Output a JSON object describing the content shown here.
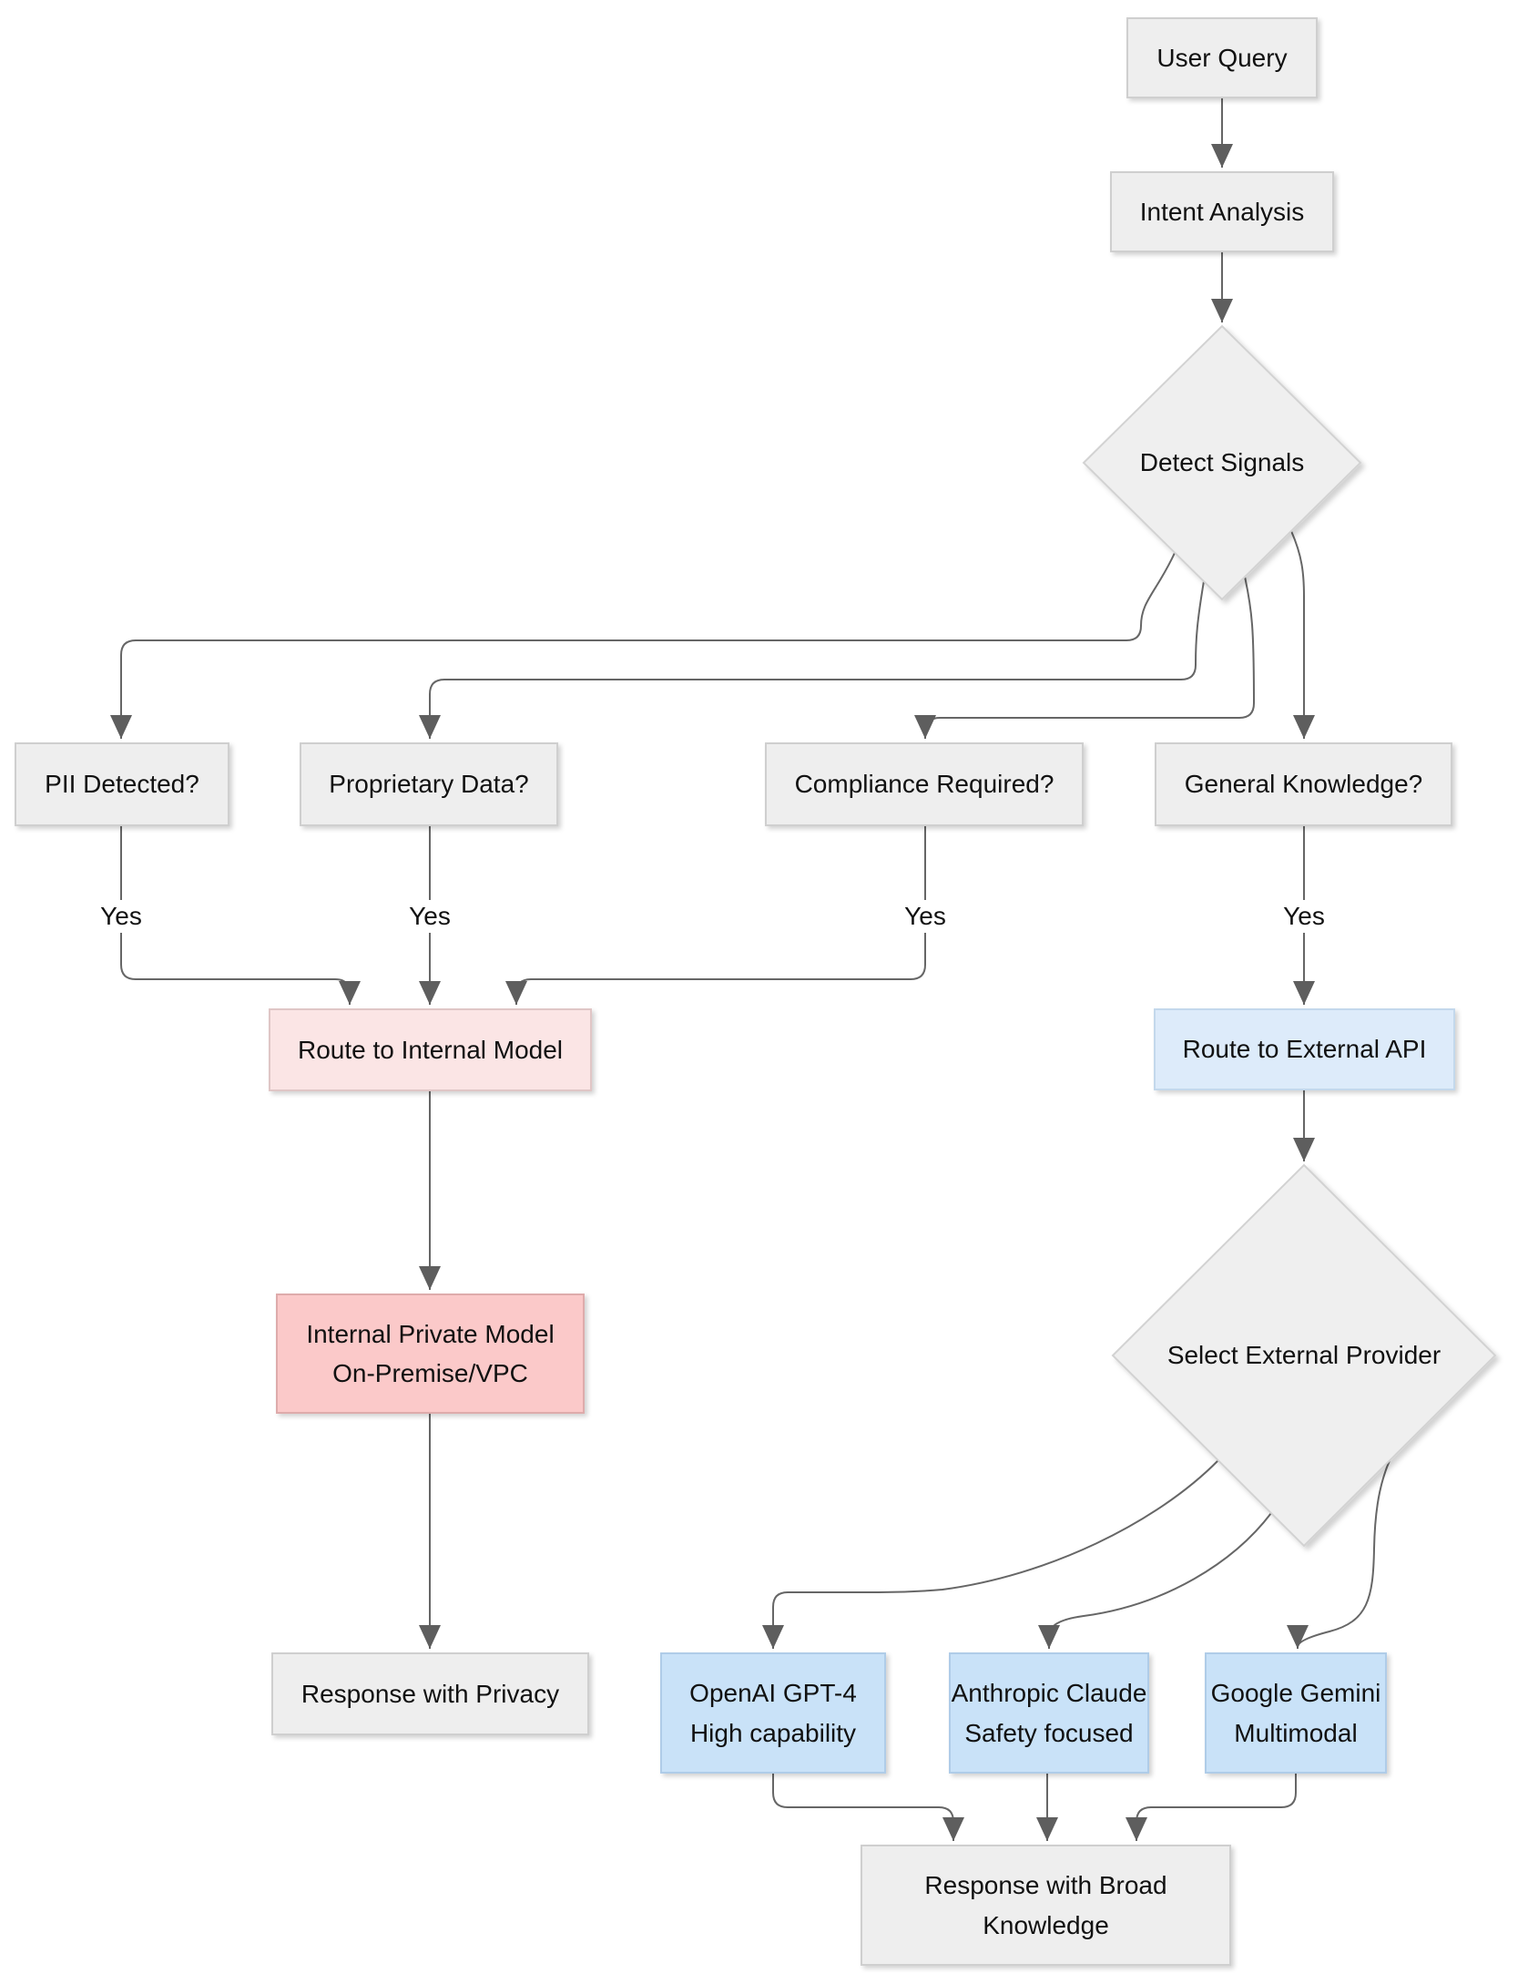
{
  "flowchart": {
    "nodes": {
      "user_query": "User Query",
      "intent_analysis": "Intent Analysis",
      "detect_signals": "Detect Signals",
      "pii_detected": "PII Detected?",
      "proprietary_data": "Proprietary Data?",
      "compliance_required": "Compliance Required?",
      "general_knowledge": "General Knowledge?",
      "route_internal": "Route to Internal Model",
      "route_external": "Route to External API",
      "internal_private_model": "Internal Private Model\nOn-Premise/VPC",
      "select_provider": "Select External Provider",
      "openai": "OpenAI GPT-4\nHigh capability",
      "anthropic": "Anthropic Claude\nSafety focused",
      "gemini": "Google Gemini\nMultimodal",
      "response_privacy": "Response with Privacy",
      "response_broad": "Response with Broad\nKnowledge"
    },
    "edge_labels": {
      "pii_yes": "Yes",
      "proprietary_yes": "Yes",
      "compliance_yes": "Yes",
      "general_yes": "Yes"
    },
    "colors": {
      "node_fill": "#eeeeee",
      "node_border": "#cfcfcf",
      "route_internal_fill": "#fbe5e5",
      "internal_model_fill": "#fbc9c9",
      "route_external_fill": "#ddebfa",
      "provider_fill": "#c9e2f8",
      "edge_stroke": "#666666",
      "text": "#111111"
    }
  }
}
